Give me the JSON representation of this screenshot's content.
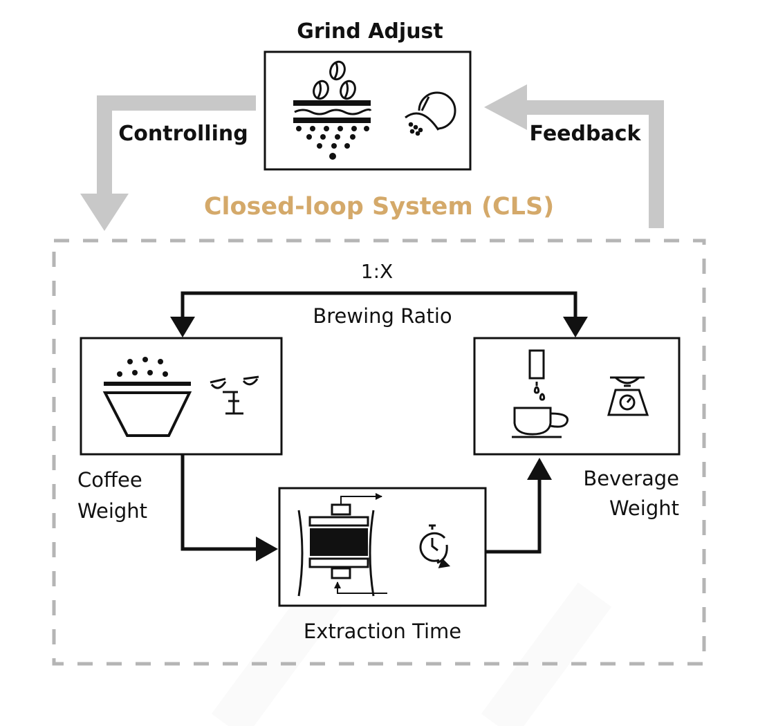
{
  "diagram": {
    "top_box_title": "Grind Adjust",
    "controlling_label": "Controlling",
    "feedback_label": "Feedback",
    "system_title": "Closed-loop System (CLS)",
    "ratio_value": "1:X",
    "ratio_label": "Brewing Ratio",
    "coffee_weight_line1": "Coffee",
    "coffee_weight_line2": "Weight",
    "beverage_weight_line1": "Beverage",
    "beverage_weight_line2": "Weight",
    "extraction_time_label": "Extraction Time"
  },
  "colors": {
    "accent": "#d4a96a",
    "loop_arrow": "#c8c8c8",
    "dashed_border": "#b5b5b5",
    "ink": "#111111"
  },
  "icons": {
    "grind_box": [
      "coffee-beans-icon",
      "grinder-burr-icon",
      "grind-level-dial-icon"
    ],
    "coffee_box": [
      "coffee-grounds-bowl-icon",
      "balance-scale-icon"
    ],
    "beverage_box": [
      "drip-cup-icon",
      "kitchen-scale-icon"
    ],
    "extraction_box": [
      "espresso-machine-icon",
      "stopwatch-icon"
    ]
  }
}
